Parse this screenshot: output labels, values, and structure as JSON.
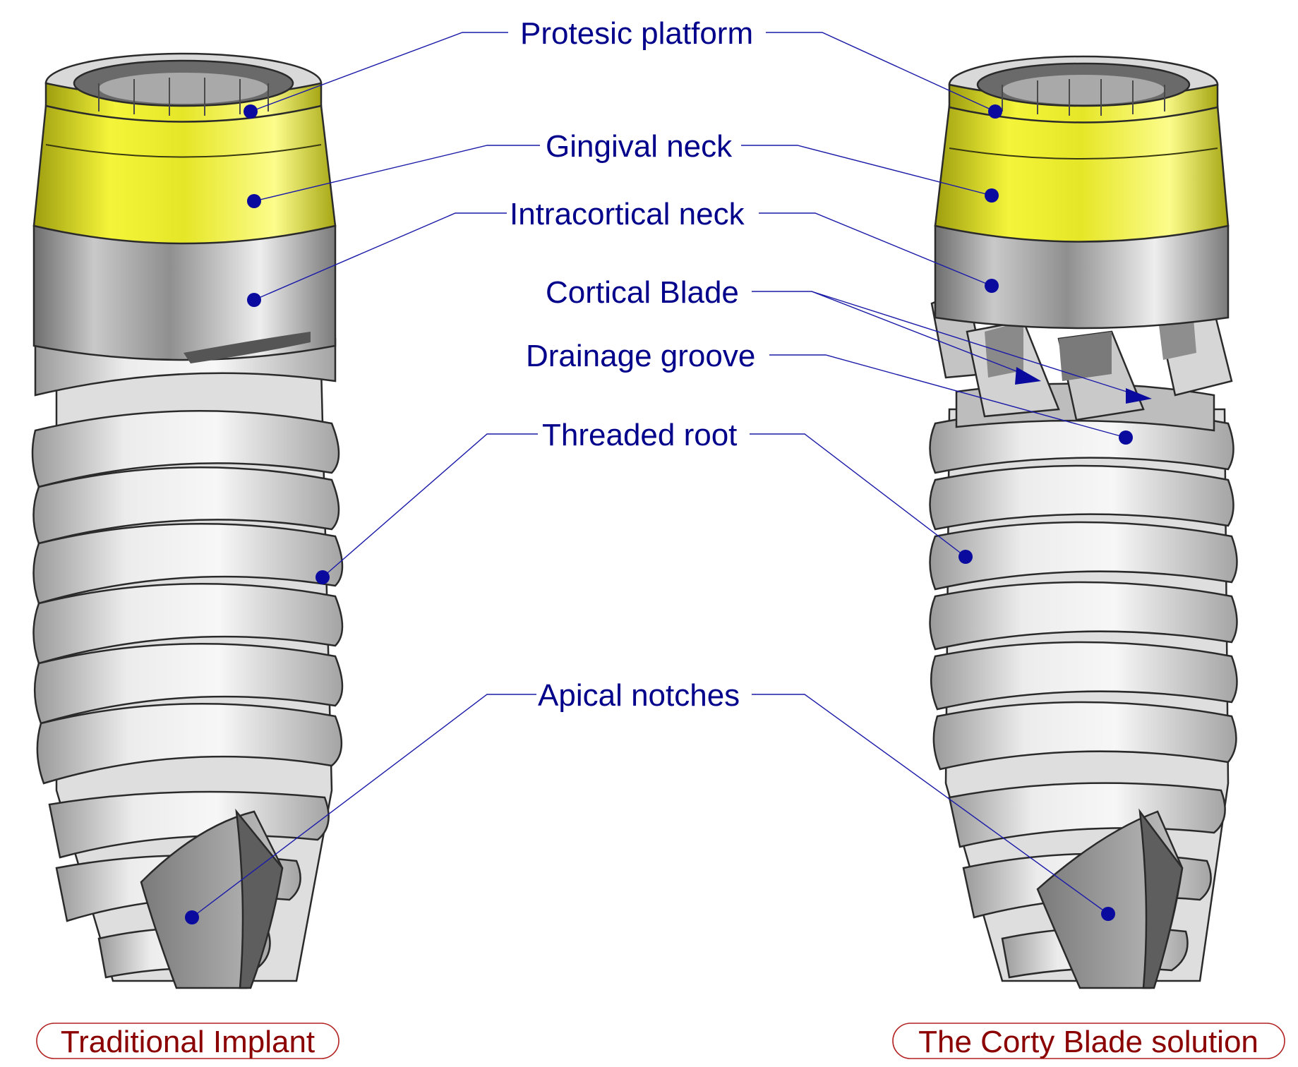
{
  "labels": {
    "protesic_platform": "Protesic platform",
    "gingival_neck": "Gingival neck",
    "intracortical_neck": "Intracortical neck",
    "cortical_blade": "Cortical Blade",
    "drainage_groove": "Drainage groove",
    "threaded_root": "Threaded root",
    "apical_notches": "Apical notches"
  },
  "captions": {
    "left": "Traditional Implant",
    "right": "The Corty Blade solution"
  },
  "colors": {
    "label_text": "#00008b",
    "caption_text": "#8b0000",
    "caption_border": "#b22222",
    "leader_line": "#1a1aa8",
    "gold_collar": "#e6e61e",
    "titanium": "#b8b8b8"
  }
}
